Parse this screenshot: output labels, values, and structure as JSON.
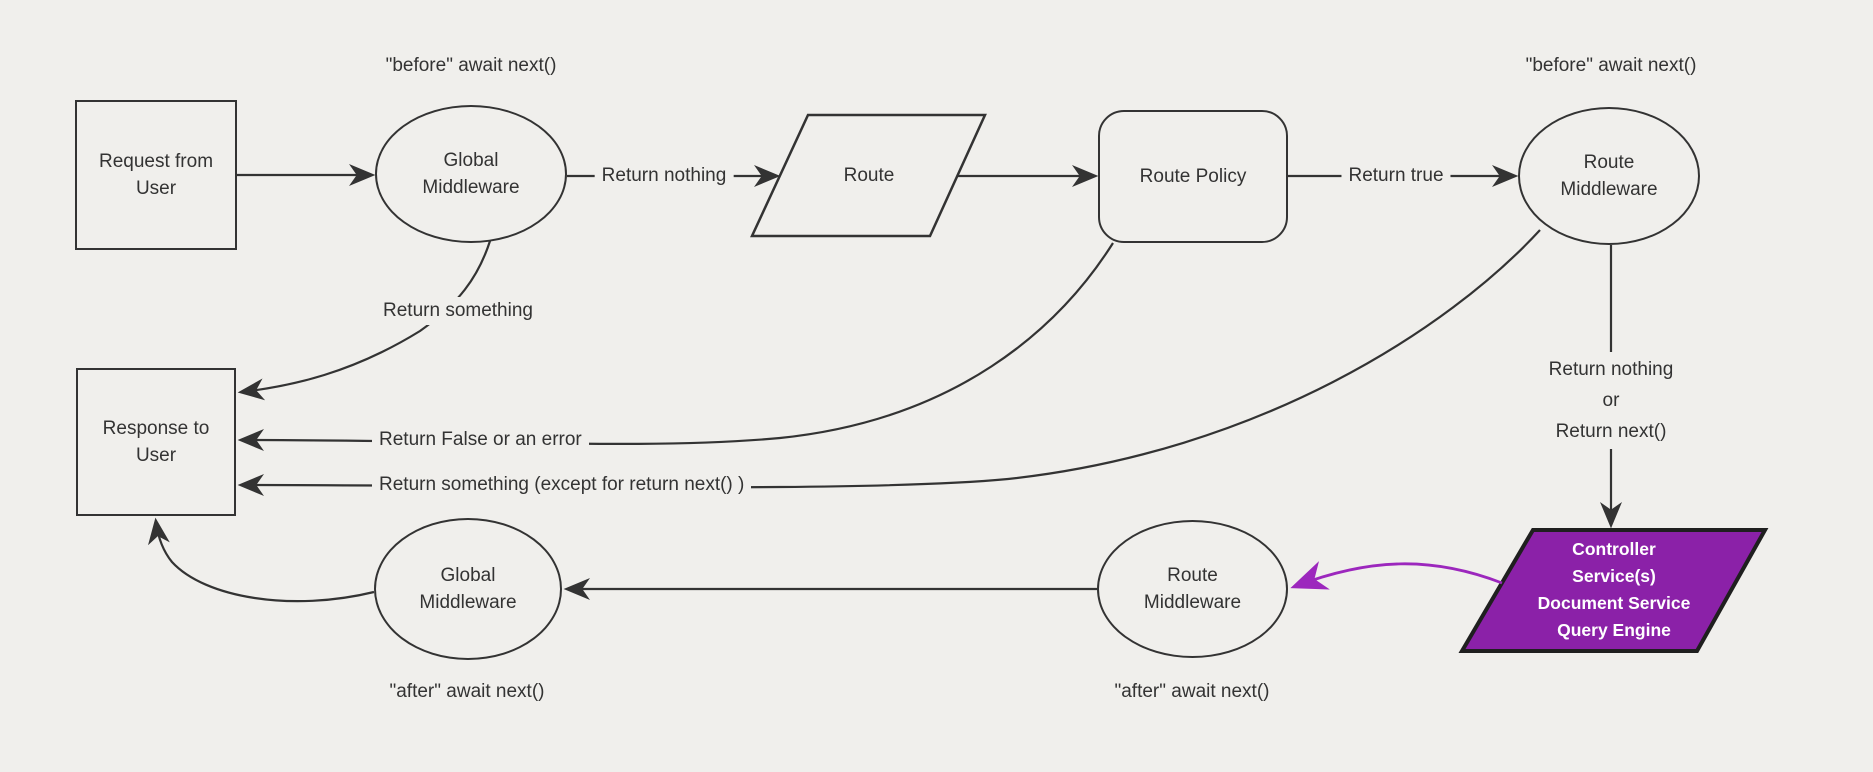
{
  "colors": {
    "background": "#f0efec",
    "stroke": "#333333",
    "text": "#333333",
    "controller_fill": "#8b21a8",
    "controller_border": "#1f1f1f",
    "purple_arrow": "#9c27bd"
  },
  "nodes": {
    "request": {
      "line1": "Request from",
      "line2": "User"
    },
    "global_middleware_top": {
      "line1": "Global",
      "line2": "Middleware"
    },
    "route": {
      "line1": "Route"
    },
    "route_policy": {
      "line1": "Route Policy"
    },
    "route_middleware_top": {
      "line1": "Route",
      "line2": "Middleware"
    },
    "response": {
      "line1": "Response to",
      "line2": "User"
    },
    "controller": {
      "line1": "Controller",
      "line2": "Service(s)",
      "line3": "Document Service",
      "line4": "Query Engine"
    },
    "route_middleware_bottom": {
      "line1": "Route",
      "line2": "Middleware"
    },
    "global_middleware_bottom": {
      "line1": "Global",
      "line2": "Middleware"
    }
  },
  "edge_labels": {
    "before_await_left": "\"before\" await next()",
    "before_await_right": "\"before\" await next()",
    "return_nothing": "Return nothing",
    "return_true": "Return true",
    "return_something": "Return something",
    "return_false": "Return False or an error",
    "return_something_except": "Return something (except for return next() )",
    "return_nothing_or_line1": "Return nothing",
    "return_nothing_or_line2": "or",
    "return_nothing_or_line3": "Return next()",
    "after_await_left": "\"after\" await next()",
    "after_await_right": "\"after\" await next()"
  }
}
